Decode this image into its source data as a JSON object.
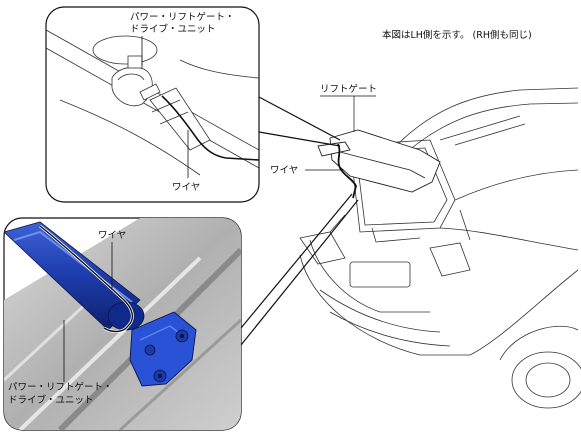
{
  "note": "本図はLH側を示す。 (RH側も同じ)",
  "labels": {
    "top_unit_line1": "パワー・リフトゲート・",
    "top_unit_line2": "ドライブ・ユニット",
    "top_wire": "ワイヤ",
    "car_liftgate": "リフトゲート",
    "car_wire": "ワイヤ",
    "bottom_wire": "ワイヤ",
    "bottom_unit_line1": "パワー・リフトゲート・",
    "bottom_unit_line2": "ドライブ・ユニット"
  },
  "colors": {
    "actuator_blue": "#1f3fb0",
    "actuator_dark": "#0d1f6e",
    "bracket_blue": "#2a52d6",
    "panel_gray": "#bcbcbc",
    "line": "#1a1a1a"
  }
}
